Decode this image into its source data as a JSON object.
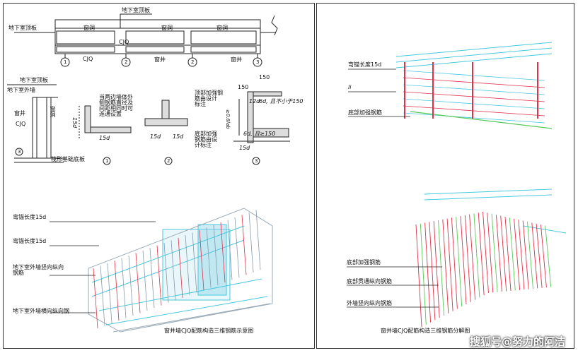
{
  "left_panel": {
    "plan": {
      "basement_roof_top": "地下室顶板",
      "basement_roof_left": "地下室顶板",
      "window_hole_1": "窗洞",
      "window_hole_2": "窗洞",
      "window_hole_3": "窗洞",
      "cjq_top": "CJQ",
      "cjq_bottom": "CJQ",
      "window_well_1": "窗井",
      "window_well_2": "窗井",
      "marker_1": "1",
      "marker_2a": "2",
      "marker_2b": "2",
      "marker_3": "3"
    },
    "section": {
      "roof": "地下室顶板",
      "ext_wall": "地下室外墙",
      "well": "窗井",
      "cjq": "CJQ",
      "hole": "窗洞",
      "raft": "筏形基础底板",
      "marker": "3"
    },
    "detail1": {
      "note": [
        "当两边墙体外",
        "侧钢筋直径及",
        "间距相同时可",
        "连通设置"
      ],
      "dim_a": "15d",
      "dim_b": "15d",
      "circle": "1"
    },
    "detail2": {
      "dim_a": "15d",
      "dim_b": "15d",
      "circle": "2"
    },
    "detail3": {
      "top_note": [
        "顶部加强钢",
        "筋由设计",
        "标注"
      ],
      "bottom_note": [
        "底部加强",
        "钢筋由设",
        "计标注"
      ],
      "dim_150a": "150",
      "dim_150b": "150",
      "dim_12d": "12d",
      "dim_6d_top": "6d, 且不小于150",
      "dim_6d_bot": "6d, 且≥150",
      "dim_06": "≥0.6lab",
      "dim_15d": "15d",
      "circle": "3"
    },
    "iso_labels": {
      "bend_a": "弯锚长度15d",
      "bend_b": "弯锚长度15d",
      "vert": [
        "地下室外墙竖向纵向",
        "钢筋"
      ],
      "horiz": "地下室外墙横向纵向钢"
    },
    "caption": "窗井墙CJQ配筋构造三维钢筋示意图"
  },
  "right_panel": {
    "top_labels": {
      "bend": "弯锚长度15d",
      "li": "li",
      "bottom_rebar": "底部加强钢筋"
    },
    "bottom_labels": {
      "bottom_rebar": "底部加强钢筋",
      "through_rebar": "底部贯通纵向钢筋",
      "vert_rebar": "外墙竖向纵向钢筋"
    },
    "caption": "窗井墙CJQ配筋构造三维钢筋分解图"
  },
  "watermark": "搜狐号@努力的阿洁",
  "colors": {
    "rebar_red": "#e0324a",
    "rebar_cyan": "#48c8e0",
    "rebar_green": "#58c858",
    "line": "#222222"
  }
}
